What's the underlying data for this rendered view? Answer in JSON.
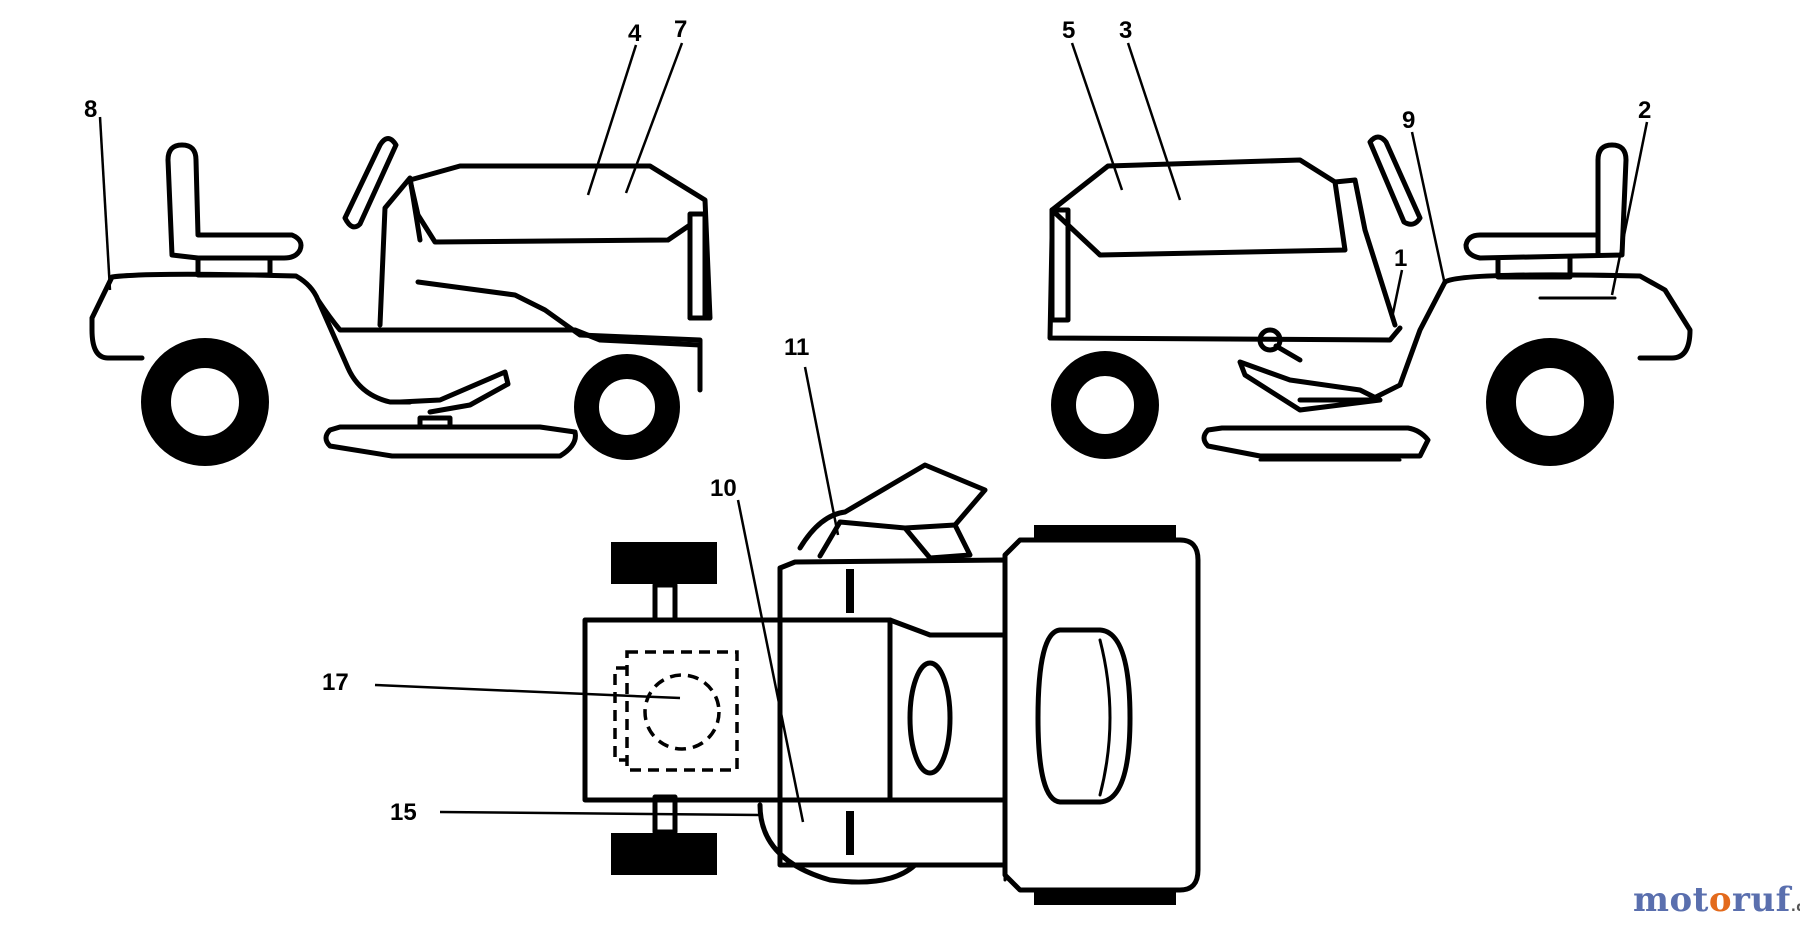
{
  "diagram": {
    "callouts": [
      {
        "id": "8",
        "label": "8"
      },
      {
        "id": "4",
        "label": "4"
      },
      {
        "id": "7",
        "label": "7"
      },
      {
        "id": "5",
        "label": "5"
      },
      {
        "id": "3",
        "label": "3"
      },
      {
        "id": "9",
        "label": "9"
      },
      {
        "id": "2",
        "label": "2"
      },
      {
        "id": "1",
        "label": "1"
      },
      {
        "id": "11",
        "label": "11"
      },
      {
        "id": "10",
        "label": "10"
      },
      {
        "id": "17",
        "label": "17"
      },
      {
        "id": "15",
        "label": "15"
      }
    ]
  },
  "watermark": {
    "prefix": "mot",
    "o_letter": "o",
    "suffix": "ruf",
    "tld": ".de",
    "color_main": "#5a6fae",
    "color_accent": "#e36a1c"
  }
}
